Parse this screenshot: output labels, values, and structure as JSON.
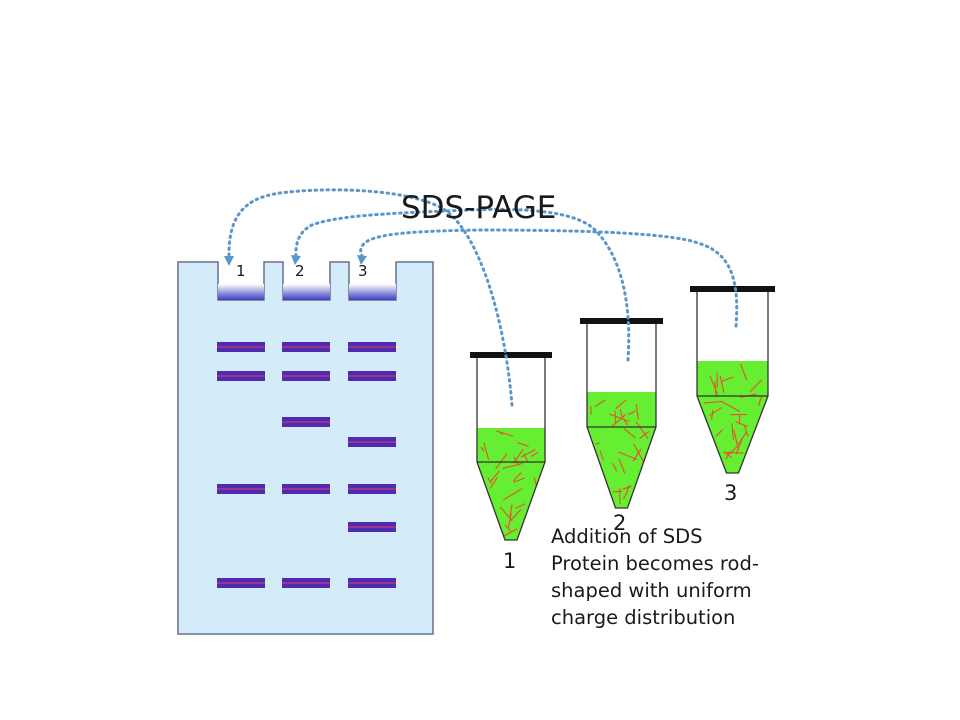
{
  "title": "SDS-PAGE",
  "lanes": [
    "1",
    "2",
    "3"
  ],
  "bands": {
    "lane_1": [
      1,
      2,
      5,
      7
    ],
    "lane_2": [
      1,
      2,
      3,
      5,
      7
    ],
    "lane_3": [
      1,
      2,
      4,
      5,
      6,
      7
    ]
  },
  "tubes": [
    {
      "label": "1"
    },
    {
      "label": "2"
    },
    {
      "label": "3"
    }
  ],
  "caption": {
    "line1": "Addition of SDS",
    "line2": "Protein becomes rod-",
    "line3": "shaped with uniform",
    "line4": "charge distribution"
  },
  "colors": {
    "gel": "#d4ecfa",
    "gel_border": "#6a6e8c",
    "band": "#4b2db0",
    "band_highlight": "#d6336c",
    "tube_fill": "#66ee33",
    "rod": "#e8502a",
    "arrow": "#5b96c9",
    "cap": "#111111"
  }
}
